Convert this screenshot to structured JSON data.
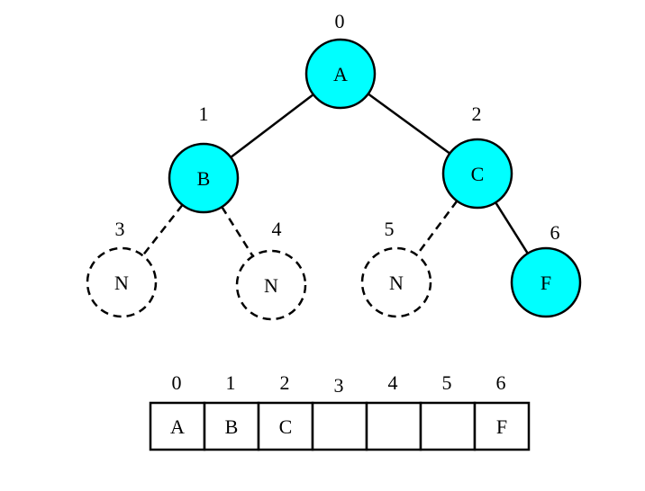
{
  "colors": {
    "node_fill": "#00ffff",
    "stroke": "#000000",
    "background": "#ffffff"
  },
  "tree": {
    "nodes": [
      {
        "id": "A",
        "label": "A",
        "index": "0",
        "kind": "filled"
      },
      {
        "id": "B",
        "label": "B",
        "index": "1",
        "kind": "filled"
      },
      {
        "id": "C",
        "label": "C",
        "index": "2",
        "kind": "filled"
      },
      {
        "id": "N3",
        "label": "N",
        "index": "3",
        "kind": "null"
      },
      {
        "id": "N4",
        "label": "N",
        "index": "4",
        "kind": "null"
      },
      {
        "id": "N5",
        "label": "N",
        "index": "5",
        "kind": "null"
      },
      {
        "id": "F",
        "label": "F",
        "index": "6",
        "kind": "filled"
      }
    ],
    "edges": [
      {
        "from": "A",
        "to": "B",
        "style": "solid"
      },
      {
        "from": "A",
        "to": "C",
        "style": "solid"
      },
      {
        "from": "B",
        "to": "N3",
        "style": "dashed"
      },
      {
        "from": "B",
        "to": "N4",
        "style": "dashed"
      },
      {
        "from": "C",
        "to": "N5",
        "style": "dashed"
      },
      {
        "from": "C",
        "to": "F",
        "style": "solid"
      }
    ]
  },
  "array": {
    "indices": [
      "0",
      "1",
      "2",
      "3",
      "4",
      "5",
      "6"
    ],
    "cells": [
      "A",
      "B",
      "C",
      "",
      "",
      "",
      "F"
    ]
  }
}
